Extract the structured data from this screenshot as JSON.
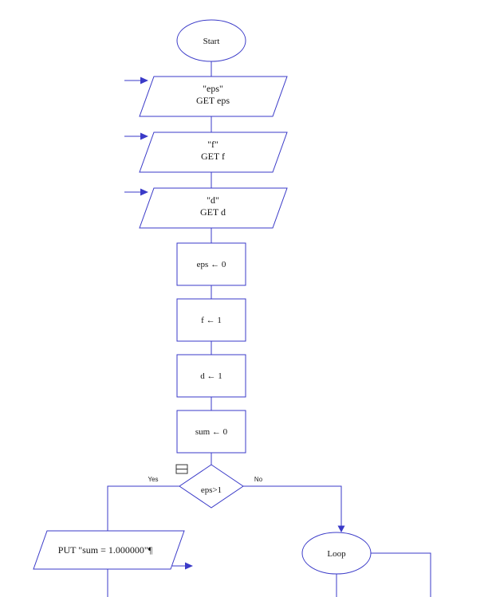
{
  "app": {
    "background": "#ffffff"
  },
  "colors": {
    "line": "#3a3ac8",
    "text": "#141414"
  },
  "nodes": {
    "start": {
      "label": "Start"
    },
    "input_eps": {
      "prompt": "\"eps\"",
      "action": "GET eps"
    },
    "input_f": {
      "prompt": "\"f\"",
      "action": "GET f"
    },
    "input_d": {
      "prompt": "\"d\"",
      "action": "GET d"
    },
    "assign_eps": {
      "label": "eps ← 0"
    },
    "assign_f": {
      "label": "f ← 1"
    },
    "assign_d": {
      "label": "d ← 1"
    },
    "assign_sum": {
      "label": "sum ← 0"
    },
    "decision": {
      "label": "eps>1",
      "yes": "Yes",
      "no": "No"
    },
    "output_sum": {
      "label": "PUT \"sum = 1.000000\"¶"
    },
    "loop": {
      "label": "Loop"
    }
  }
}
